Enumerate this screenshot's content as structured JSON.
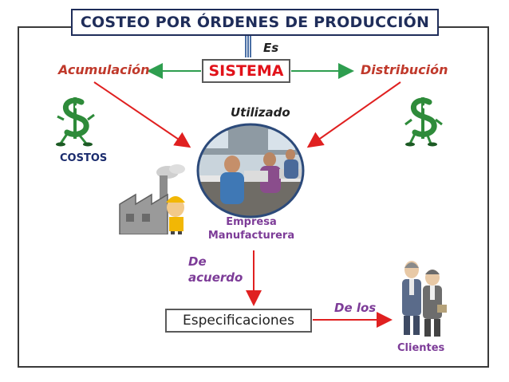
{
  "title": "COSTEO POR ÓRDENES DE PRODUCCIÓN",
  "center_box": "SISTEMA",
  "labels": {
    "es": "Es",
    "acumulacion": "Acumulación",
    "distribucion": "Distribución",
    "utilizado": "Utilizado",
    "costos": "COSTOS",
    "empresa_line1": "Empresa",
    "empresa_line2": "Manufacturera",
    "de_acuerdo": "De acuerdo",
    "de_los": "De   los",
    "clientes": "Clientes"
  },
  "bottom_box": "Especificaciones",
  "colors": {
    "title": "#1f2d5a",
    "sistema_text": "#e1121a",
    "red_arrow": "#e02020",
    "green_arrow": "#2e9e4f",
    "purple_text": "#7d3c98",
    "orange_label": "#c0392b"
  },
  "icons": [
    "dollar-mascot-left-icon",
    "dollar-mascot-right-icon",
    "factory-icon",
    "workshop-photo",
    "clients-icon"
  ]
}
